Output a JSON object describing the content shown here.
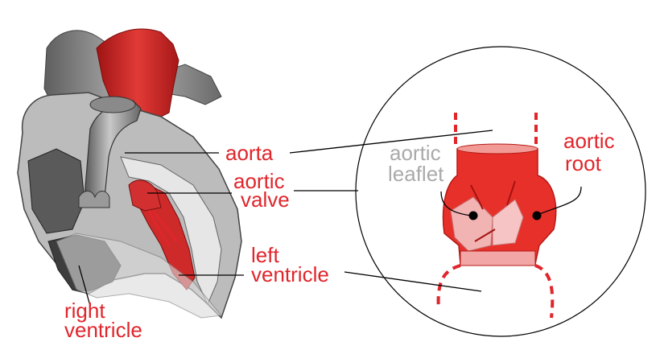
{
  "labels": {
    "aorta": "aorta",
    "aortic_valve_line1": "aortic",
    "aortic_valve_line2": "valve",
    "left_ventricle_line1": "left",
    "left_ventricle_line2": "ventricle",
    "right_ventricle_line1": "right",
    "right_ventricle_line2": "ventricle",
    "aortic_leaflet_line1": "aortic",
    "aortic_leaflet_line2": "leaflet",
    "aortic_root_line1": "aortic",
    "aortic_root_line2": "root"
  },
  "colors": {
    "label_red": "#e0252b",
    "label_gray": "#aaaaaa",
    "heart_red": "#cf2a2a",
    "heart_gray": "#8c8c8c",
    "model_red": "#e8302a",
    "model_pink": "#f2b3b3",
    "line": "#000000"
  }
}
